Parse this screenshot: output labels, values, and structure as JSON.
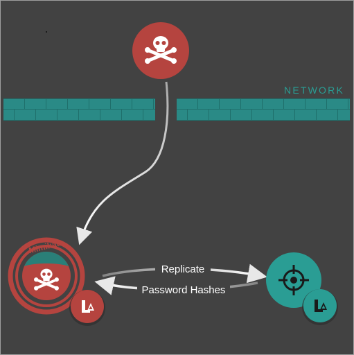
{
  "labels": {
    "network": "NETWORK",
    "mimikatz": "Mimikatz",
    "replicate": "Replicate",
    "password_hashes": "Password Hashes"
  },
  "colors": {
    "background": "#424242",
    "border": "#9e9e9e",
    "attacker_red": "#b5443f",
    "ring_red": "#b5443f",
    "teal": "#2a9d94",
    "wall_teal": "#2a8a86",
    "wall_mortar": "#1f6f6b",
    "arrow": "#e8e8e8",
    "white": "#ffffff",
    "shadow": "#2c2c2c"
  },
  "icons": {
    "attacker": "skull-crossbones-icon",
    "firewall": "brick-wall-icon",
    "target": "crosshair-icon",
    "domain_controller": "domain-controller-icon"
  }
}
